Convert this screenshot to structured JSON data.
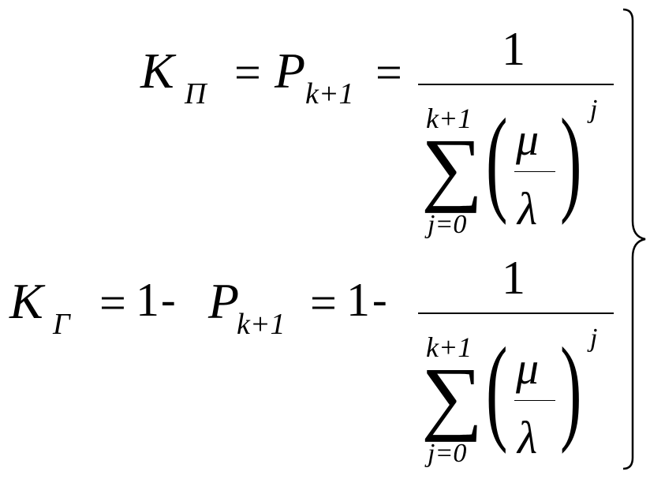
{
  "row1": {
    "lhs_symbol": "K",
    "lhs_subscript": "П",
    "equals1": "=",
    "mid_symbol": "P",
    "mid_subscript": "k+1",
    "equals2": "="
  },
  "row2": {
    "lhs_symbol": "K",
    "lhs_subscript": "Г",
    "equals1": "=",
    "one1": "1",
    "minus1": "-",
    "mid_symbol": "P",
    "mid_subscript": "k+1",
    "equals2": "=",
    "one2": "1",
    "minus2": "-"
  },
  "fraction": {
    "numerator": "1",
    "sum_upper": "k+1",
    "sum_symbol": "∑",
    "sum_lower": "j=0",
    "left_paren": "(",
    "inner_numerator": "μ",
    "inner_denominator": "λ",
    "right_paren": ")",
    "exponent": "j"
  }
}
